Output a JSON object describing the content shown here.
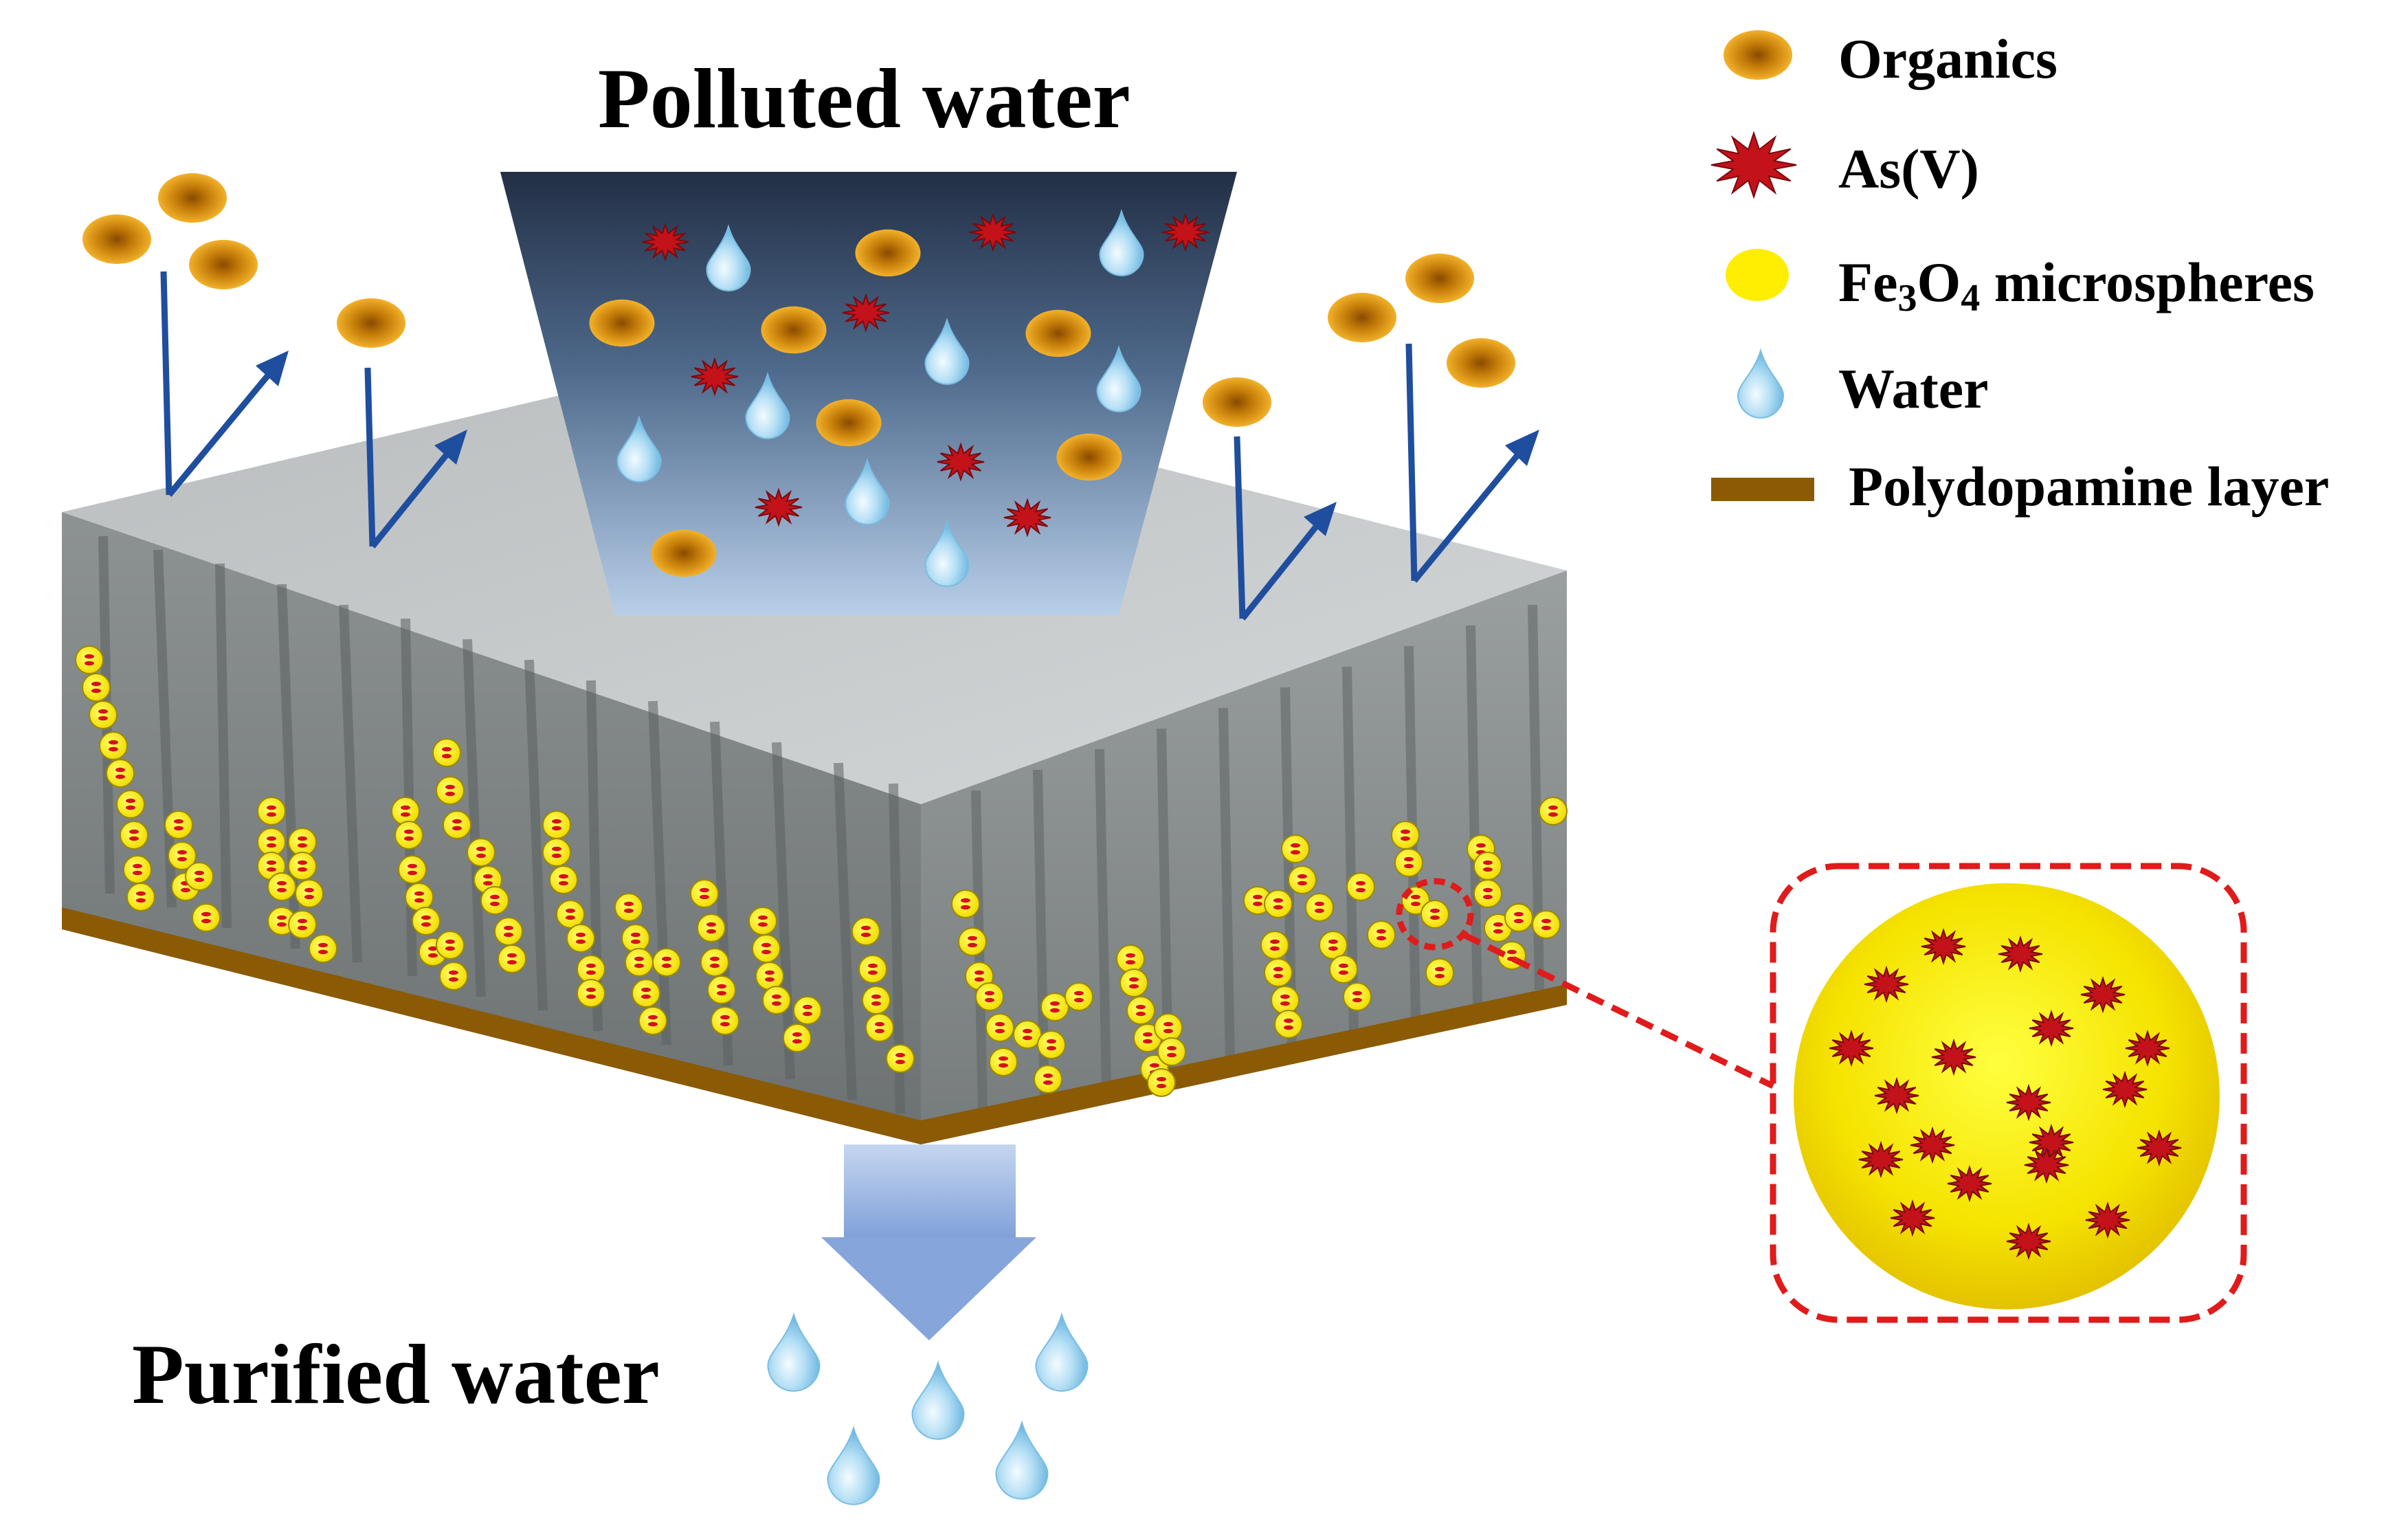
{
  "titles": {
    "polluted": "Polluted water",
    "purified": "Purified water"
  },
  "legend": {
    "organics": "Organics",
    "arsenate": "As(V)",
    "fe3o4_part1": "Fe",
    "fe3o4_sub1": "3",
    "fe3o4_part2": "O",
    "fe3o4_sub2": "4",
    "fe3o4_part3": " microspheres",
    "water": "Water",
    "polydopamine": "Polydopamine layer"
  },
  "colors": {
    "organic_core": "#b56a00",
    "organic_rim": "#f0ad1a",
    "arsenate": "#c4121a",
    "fe3o4": "#ffee00",
    "water_drop": "#8fcdee",
    "polydopamine": "#8a5a05",
    "arrow": "#1f4e9e",
    "membrane_top": "#c4c8c8",
    "membrane_side": "#7f8484",
    "funnel_top": "#26344b",
    "funnel_bottom": "#9fbde0",
    "zoom_border": "#e01b1b"
  },
  "icons": {
    "organics": "orange-ellipse-icon",
    "arsenate": "red-starburst-icon",
    "fe3o4": "yellow-circle-icon",
    "water": "water-drop-icon",
    "polydopamine": "brown-bar-icon"
  }
}
